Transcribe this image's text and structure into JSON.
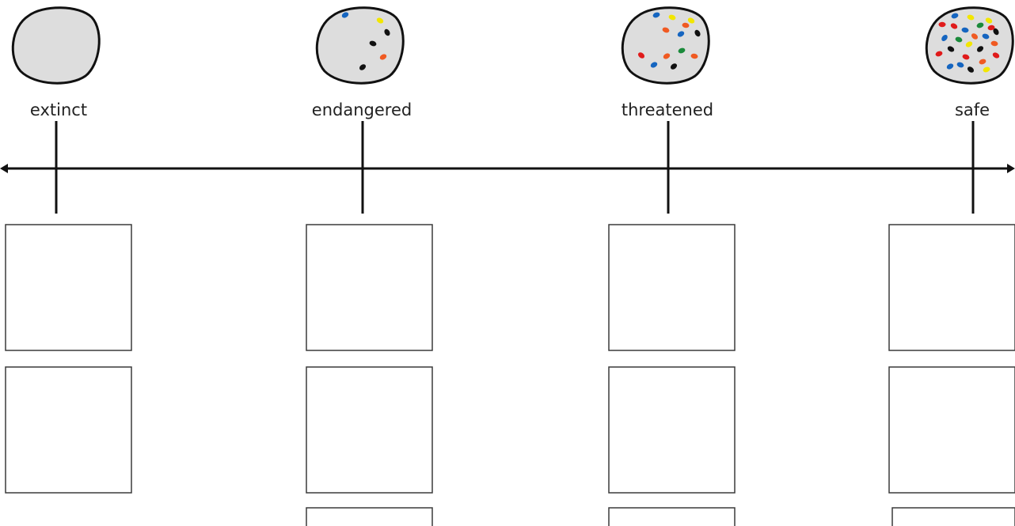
{
  "stages": [
    {
      "label": "extinct",
      "dots": 0,
      "boxes": 2
    },
    {
      "label": "endangered",
      "dots": 6,
      "boxes": 3
    },
    {
      "label": "threatened",
      "dots": 13,
      "boxes": 3
    },
    {
      "label": "safe",
      "dots": 25,
      "boxes": 3
    }
  ],
  "dot_colors": {
    "blue": "#1565c0",
    "yellow": "#f2e600",
    "black": "#111111",
    "orange": "#f05a22",
    "red": "#e01b1b",
    "green": "#1a8a3a"
  },
  "colors": {
    "blob_fill": "#dddddd",
    "outline": "#111111",
    "box_stroke": "#3a3a3a",
    "text": "#222222"
  }
}
